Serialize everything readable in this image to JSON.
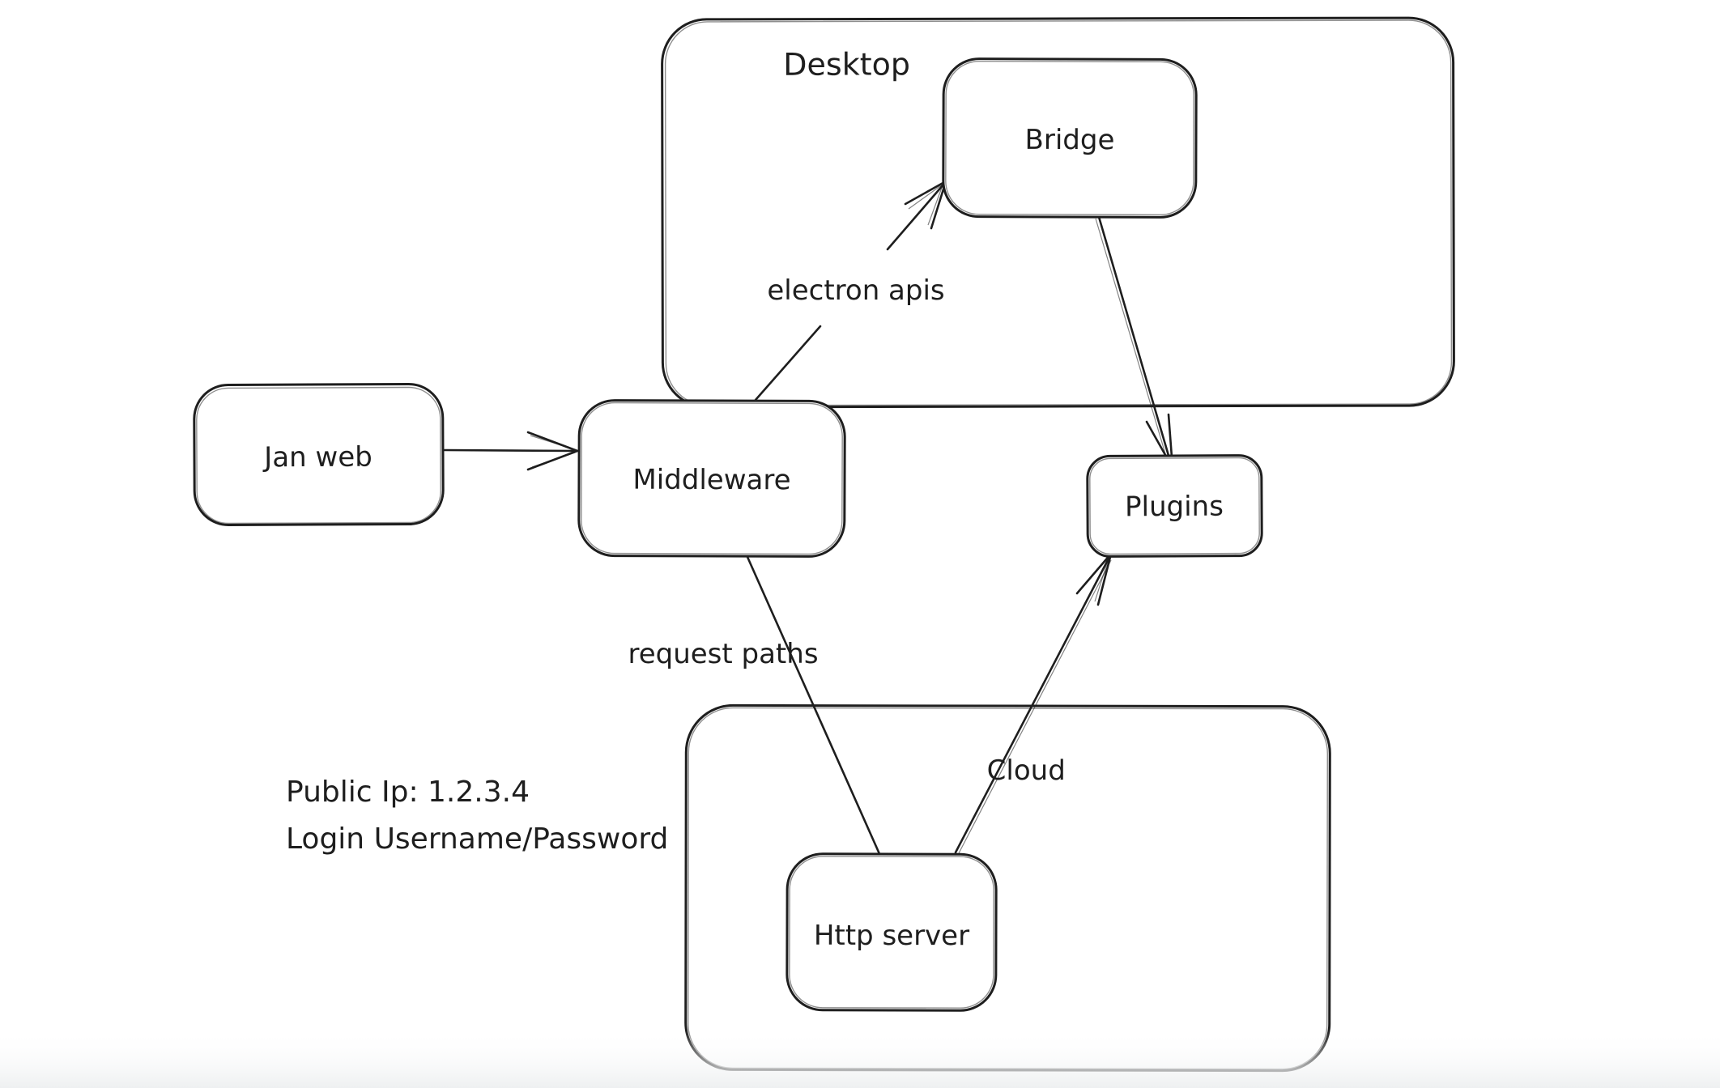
{
  "diagram": {
    "containers": [
      {
        "id": "desktop",
        "label": "Desktop"
      },
      {
        "id": "cloud",
        "label": "Cloud"
      }
    ],
    "nodes": [
      {
        "id": "jan-web",
        "label": "Jan web"
      },
      {
        "id": "middleware",
        "label": "Middleware"
      },
      {
        "id": "bridge",
        "label": "Bridge"
      },
      {
        "id": "plugins",
        "label": "Plugins"
      },
      {
        "id": "http-server",
        "label": "Http server"
      }
    ],
    "edges": [
      {
        "from": "jan-web",
        "to": "middleware",
        "label": ""
      },
      {
        "from": "middleware",
        "to": "bridge",
        "label": "electron apis"
      },
      {
        "from": "bridge",
        "to": "plugins",
        "label": ""
      },
      {
        "from": "middleware",
        "to": "http-server",
        "label": "request paths"
      },
      {
        "from": "http-server",
        "to": "plugins",
        "label": ""
      }
    ],
    "annotation": {
      "line1": "Public Ip: 1.2.3.4",
      "line2": "Login Username/Password"
    },
    "colors": {
      "stroke": "#1e1e1e",
      "background": "#ffffff"
    }
  }
}
